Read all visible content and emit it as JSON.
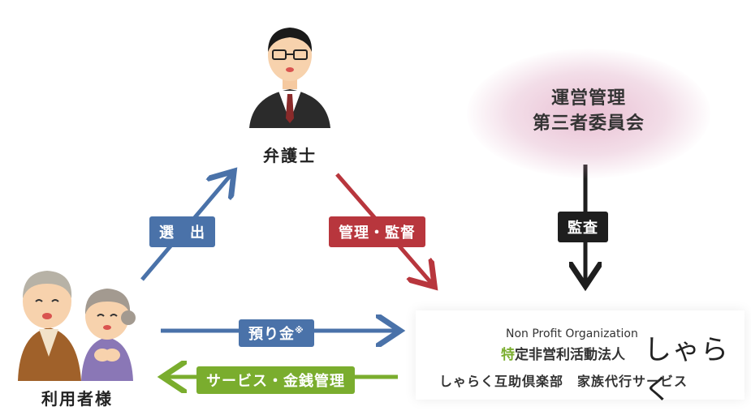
{
  "lawyer": {
    "label": "弁護士"
  },
  "users": {
    "label": "利用者様"
  },
  "committee": {
    "line1": "運営管理",
    "line2": "第三者委員会"
  },
  "arrows": {
    "appoint": "選　出",
    "manage": "管理・監督",
    "audit": "監査",
    "deposit": "預り金",
    "deposit_mark": "※",
    "service": "サービス・金銭管理"
  },
  "org": {
    "english": "Non Profit Organization",
    "type_prefix": "特",
    "type_rest": "定非営利活動法人",
    "name": "しゃらく",
    "subtitle": "しゃらく互助倶楽部　家族代行サービス"
  },
  "colors": {
    "blue": "#4a72a9",
    "red": "#b8363d",
    "black": "#1e1e1e",
    "green": "#7aad2e"
  }
}
